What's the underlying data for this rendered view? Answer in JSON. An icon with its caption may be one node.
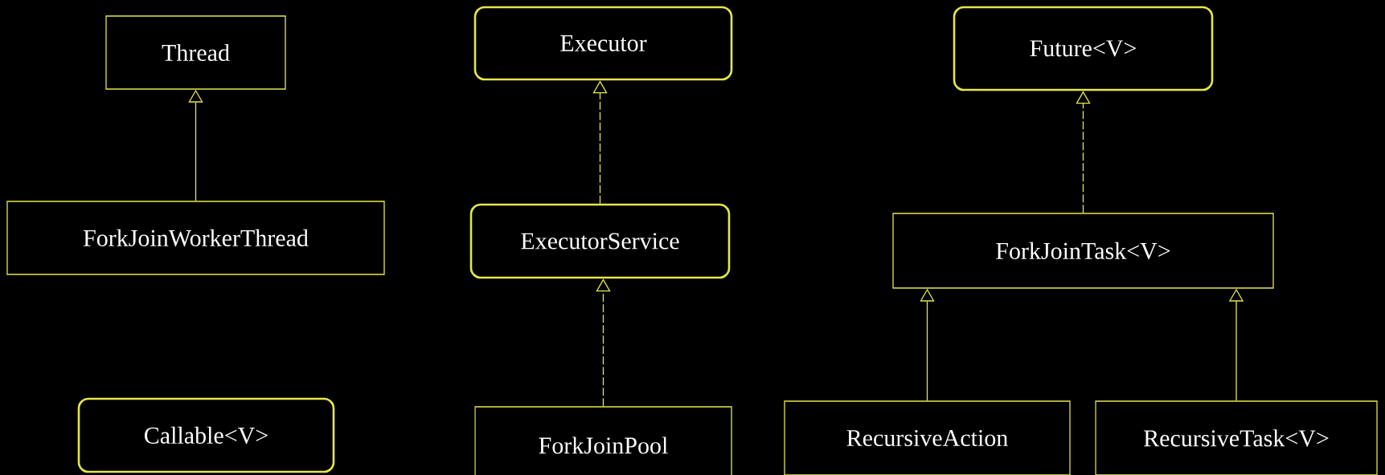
{
  "diagram": {
    "nodes": [
      {
        "text": [
          "Thread"
        ]
      },
      {
        "text": [
          "ForkJoinWorkerThread"
        ]
      },
      {
        "text": [
          "Callable<V>"
        ]
      },
      {
        "text": [
          "Executor"
        ]
      },
      {
        "text": [
          "ExecutorService"
        ]
      },
      {
        "text": [
          "ForkJoinPool"
        ]
      },
      {
        "text": [
          "Future<V>"
        ]
      },
      {
        "text": [
          "ForkJoinTask<V>"
        ]
      },
      {
        "text": [
          "RecursiveAction"
        ]
      },
      {
        "text": [
          "RecursiveTask<V>"
        ]
      }
    ],
    "edges": [
      {
        "from": 1,
        "to": 0,
        "arrow": "to"
      },
      {
        "from": 4,
        "to": 3,
        "arrow": "to",
        "style": "dashed"
      },
      {
        "from": 5,
        "to": 4,
        "arrow": "to",
        "style": "dashed"
      },
      {
        "from": 7,
        "to": 6,
        "arrow": "to",
        "style": "dashed"
      },
      {
        "from": 8,
        "to": 7,
        "arrow": "to"
      },
      {
        "from": 9,
        "to": 7,
        "arrow": "to"
      }
    ]
  }
}
